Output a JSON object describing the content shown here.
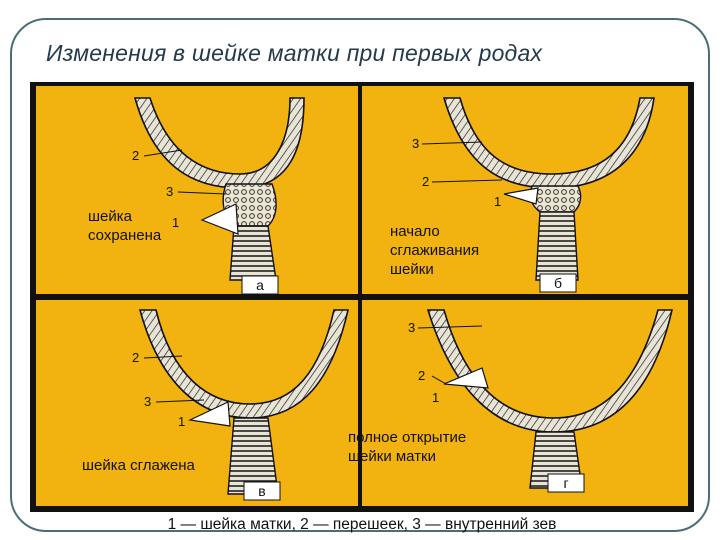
{
  "slide": {
    "title": "Изменения в шейке матки при первых родах",
    "caption": "1 — шейка матки, 2 — перешеек, 3 — внутренний  зев"
  },
  "panels": {
    "a": {
      "letter": "а",
      "label_line1": "шейка",
      "label_line2": "сохранена",
      "callouts": [
        "2",
        "3",
        "1"
      ]
    },
    "b": {
      "letter": "б",
      "label_line1": "начало",
      "label_line2": "сглаживания",
      "label_line3": "шейки",
      "callouts": [
        "3",
        "2",
        "1"
      ]
    },
    "v": {
      "letter": "в",
      "label_line1": "шейка сглажена",
      "callouts": [
        "2",
        "3",
        "1"
      ]
    },
    "g": {
      "letter": "г",
      "label_line1": "полное открытие",
      "label_line2": "шейки матки",
      "callouts": [
        "3",
        "2",
        "1"
      ]
    }
  },
  "colors": {
    "background": "#f2b20f",
    "tissue": "#e8e4d6",
    "ink": "#111111"
  }
}
